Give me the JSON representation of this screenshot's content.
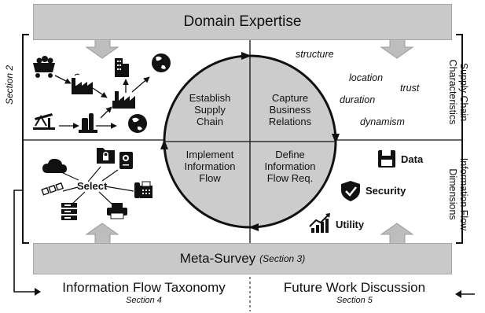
{
  "top_bar": {
    "label": "Domain Expertise"
  },
  "left_section_label": "Section 2",
  "right_labels": {
    "top": [
      "Supply Chain",
      "Characteristics"
    ],
    "bottom": [
      "Information Flow",
      "Dimensions"
    ]
  },
  "circle_quadrants": {
    "top_left": [
      "Establish",
      "Supply",
      "Chain"
    ],
    "top_right": [
      "Capture",
      "Business",
      "Relations"
    ],
    "bottom_left": [
      "Implement",
      "Information",
      "Flow"
    ],
    "bottom_right": [
      "Define",
      "Information",
      "Flow Req."
    ]
  },
  "characteristics": [
    "structure",
    "location",
    "trust",
    "duration",
    "dynamism"
  ],
  "dimensions": [
    "Data",
    "Security",
    "Utility"
  ],
  "select_label": "Select",
  "bottom_bar": {
    "label": "Meta-Survey",
    "sub": "(Section 3)"
  },
  "footer": {
    "left_title": "Information Flow Taxonomy",
    "left_section": "Section 4",
    "right_title": "Future Work Discussion",
    "right_section": "Section 5"
  },
  "colors": {
    "bar_fill": "#c9c9c9",
    "circle_fill": "#cccccc",
    "arrow_fill": "#bdbdbd",
    "ink": "#111111"
  },
  "icons": [
    "coal-cart-icon",
    "factory-icon",
    "city-buildings-icon",
    "globe-icon",
    "oil-pump-icon",
    "refinery-icon",
    "folder-lock-icon",
    "cloud-icon",
    "certificate-icon",
    "blockchain-icon",
    "phone-fax-icon",
    "server-icon",
    "printer-icon",
    "floppy-disk-icon",
    "shield-check-icon",
    "growth-chart-icon"
  ]
}
